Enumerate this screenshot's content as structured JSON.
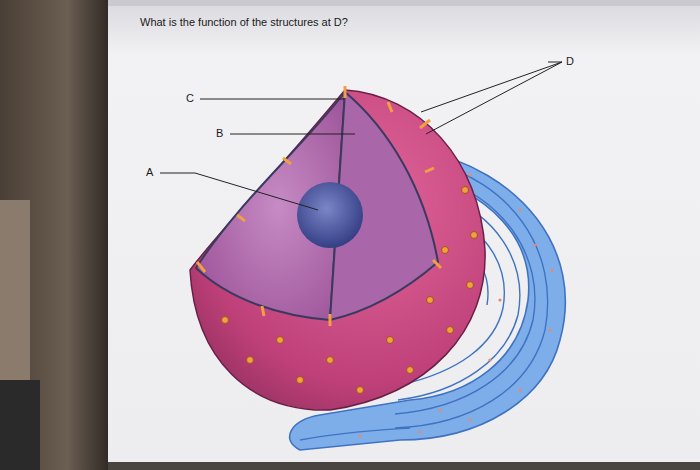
{
  "diagram": {
    "title": "What is the function of the structures at D?",
    "labels": [
      "A",
      "B",
      "C",
      "D"
    ]
  }
}
